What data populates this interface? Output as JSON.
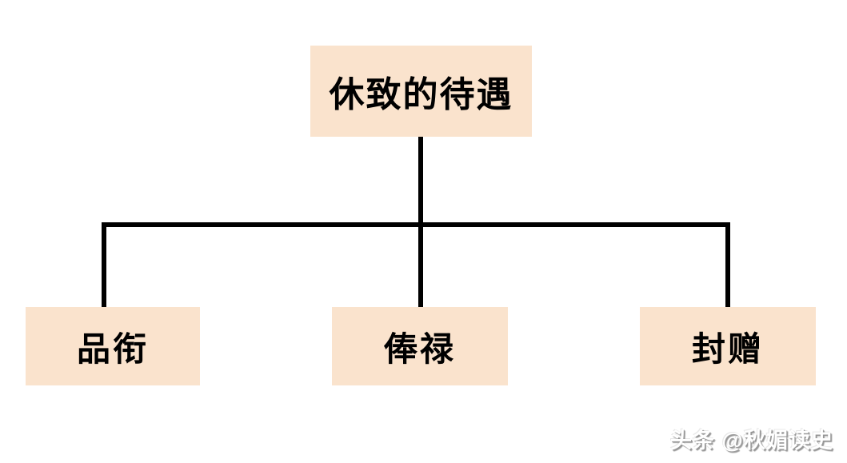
{
  "diagram": {
    "title": "休致的待遇",
    "root": {
      "label": "休致的待遇"
    },
    "children": [
      {
        "label": "品衔"
      },
      {
        "label": "俸禄"
      },
      {
        "label": "封赠"
      }
    ]
  },
  "watermark": {
    "text": "头条 @秋媚读史"
  },
  "colors": {
    "node_fill": "#fae3cd",
    "connector": "#000000",
    "node_text": "#000000",
    "background": "#ffffff",
    "watermark_shadow": "#969696"
  }
}
